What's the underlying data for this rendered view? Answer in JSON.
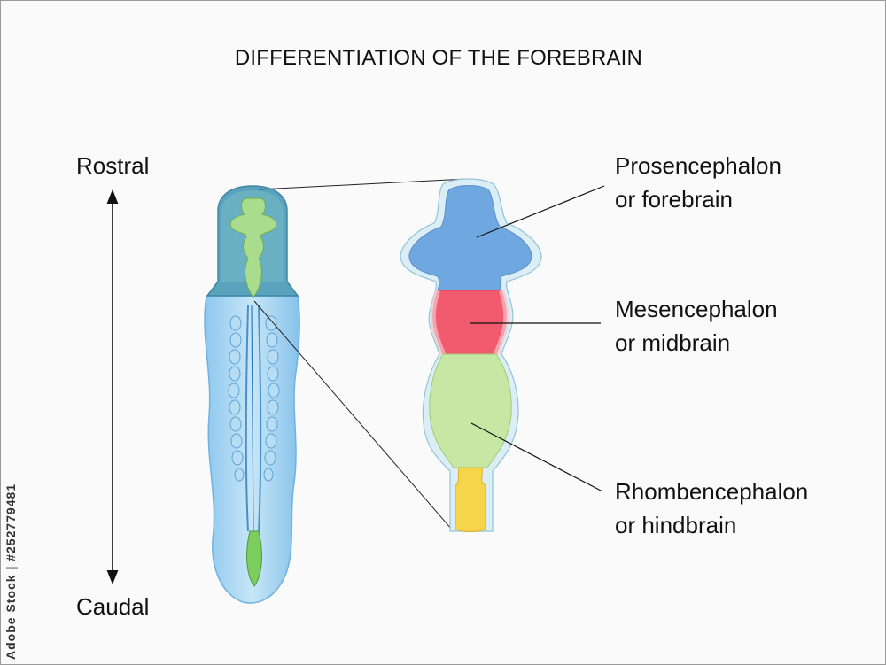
{
  "title": "DIFFERENTIATION OF THE FOREBRAIN",
  "axis": {
    "top": "Rostral",
    "bottom": "Caudal"
  },
  "regions": [
    {
      "line1": "Prosencephalon",
      "line2": "or forebrain",
      "color": "#6fa8e0"
    },
    {
      "line1": "Mesencephalon",
      "line2": "or midbrain",
      "color": "#f25a6e"
    },
    {
      "line1": "Rhombencephalon",
      "line2": "or hindbrain",
      "color": "#c6e8a4"
    }
  ],
  "spinal_color": "#f6d54a",
  "stock_id": "Adobe Stock | #252779481"
}
